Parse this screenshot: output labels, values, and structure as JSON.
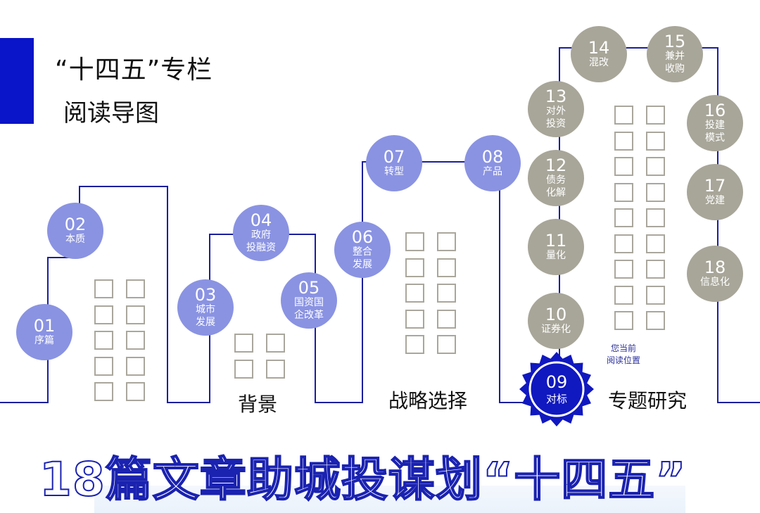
{
  "header": {
    "title_line1": "“十四五”专栏",
    "title_line2": "阅读导图"
  },
  "colors": {
    "accent": "#0a14c8",
    "line": "#1a1f9e",
    "node_blue": "#8a93e2",
    "node_gray": "#a8a699",
    "current": "#1018c0"
  },
  "nodes": [
    {
      "num": "01",
      "label": "序篇"
    },
    {
      "num": "02",
      "label": "本质"
    },
    {
      "num": "03",
      "label": "城市\n发展"
    },
    {
      "num": "04",
      "label": "政府\n投融资"
    },
    {
      "num": "05",
      "label": "国资国\n企改革"
    },
    {
      "num": "06",
      "label": "整合\n发展"
    },
    {
      "num": "07",
      "label": "转型"
    },
    {
      "num": "08",
      "label": "产品"
    },
    {
      "num": "09",
      "label": "对标"
    },
    {
      "num": "10",
      "label": "证券化"
    },
    {
      "num": "11",
      "label": "量化"
    },
    {
      "num": "12",
      "label": "债务\n化解"
    },
    {
      "num": "13",
      "label": "对外\n投资"
    },
    {
      "num": "14",
      "label": "混改"
    },
    {
      "num": "15",
      "label": "兼并\n收购"
    },
    {
      "num": "16",
      "label": "投建\n模式"
    },
    {
      "num": "17",
      "label": "党建"
    },
    {
      "num": "18",
      "label": "信息化"
    }
  ],
  "sections": {
    "background": "背景",
    "strategy": "战略选择",
    "research": "专题研究"
  },
  "current_position": "您当前\n阅读位置",
  "banner": "18篇文章助城投谋划“十四五”"
}
